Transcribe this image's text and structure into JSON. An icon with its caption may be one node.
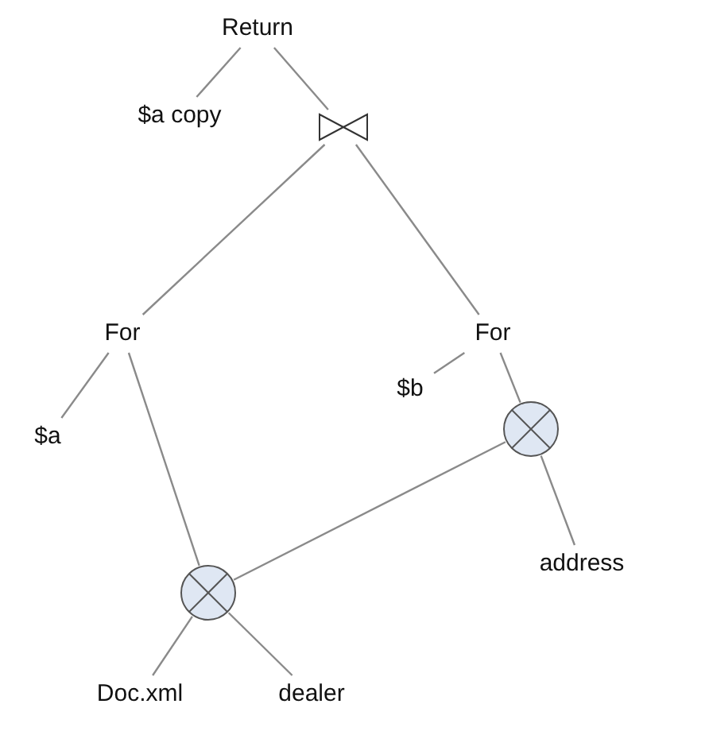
{
  "diagram": {
    "nodes": [
      {
        "text": [
          "Return"
        ]
      },
      {
        "text": [
          "$a copy"
        ]
      },
      {
        "text": [],
        "shape": "bowtie"
      },
      {
        "text": [
          "For"
        ]
      },
      {
        "text": [
          "For"
        ]
      },
      {
        "text": [
          "$a"
        ]
      },
      {
        "text": [
          "$b"
        ]
      },
      {
        "text": [],
        "shape": "circle"
      },
      {
        "text": [],
        "shape": "circle"
      },
      {
        "text": [
          "address"
        ]
      },
      {
        "text": [
          "Doc.xml"
        ]
      },
      {
        "text": [
          "dealer"
        ]
      }
    ],
    "edges": [
      {
        "from": 0,
        "to": 1,
        "arrow": "none"
      },
      {
        "from": 0,
        "to": 2,
        "arrow": "none"
      },
      {
        "from": 2,
        "to": 3,
        "arrow": "none"
      },
      {
        "from": 2,
        "to": 4,
        "arrow": "none"
      },
      {
        "from": 3,
        "to": 5,
        "arrow": "none"
      },
      {
        "from": 3,
        "to": 8,
        "arrow": "none"
      },
      {
        "from": 4,
        "to": 6,
        "arrow": "none"
      },
      {
        "from": 4,
        "to": 7,
        "arrow": "none"
      },
      {
        "from": 7,
        "to": 8,
        "arrow": "none"
      },
      {
        "from": 7,
        "to": 9,
        "arrow": "none"
      },
      {
        "from": 8,
        "to": 10,
        "arrow": "none"
      },
      {
        "from": 8,
        "to": 11,
        "arrow": "none"
      }
    ]
  }
}
